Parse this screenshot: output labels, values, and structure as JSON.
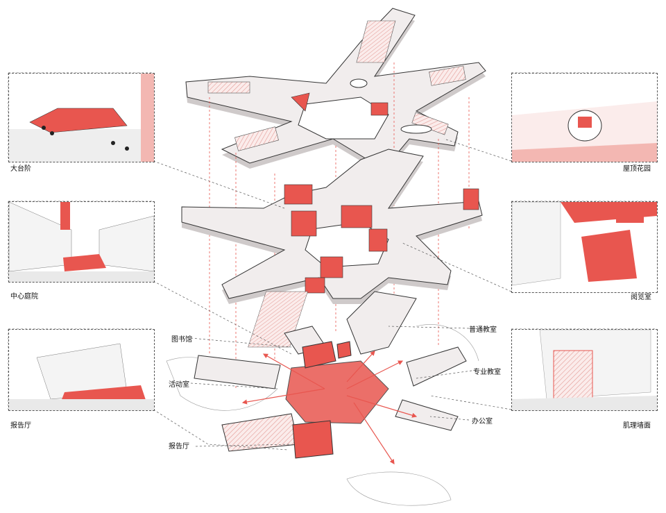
{
  "colors": {
    "accent": "#e8564f",
    "accent_light": "#f3b7b2",
    "line": "#333333",
    "floor": "#f2eeee",
    "hatch": "#d98d88"
  },
  "vignettes": {
    "da_tai_jie": "大台阶",
    "zhong_xin_ting_yuan": "中心庭院",
    "bao_gao_ting_left": "报告厅",
    "wu_ding_hua_yuan": "屋顶花园",
    "yue_lan_shi": "阅览室",
    "ji_li_qiang_mian": "肌理墙面"
  },
  "callouts": {
    "tu_shu_guan": "图书馆",
    "huo_dong_shi": "活动室",
    "bao_gao_ting": "报告厅",
    "pu_tong_jiao_shi": "普通教室",
    "zhuan_ye_jiao_shi": "专业教室",
    "ban_gong_shi": "办公室"
  }
}
